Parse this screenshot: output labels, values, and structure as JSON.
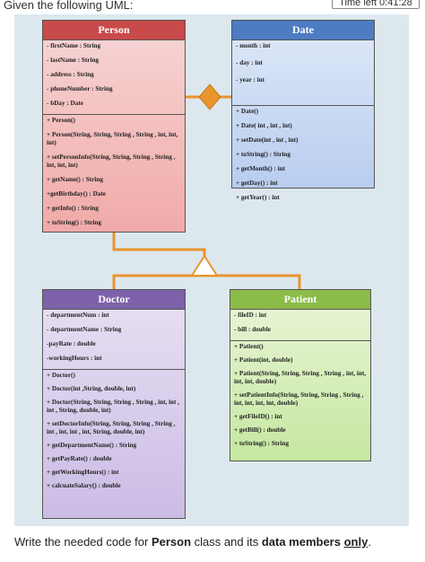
{
  "header": {
    "prompt": "Given the following UML:",
    "timer": "Time left 0:41:28"
  },
  "classes": {
    "person": {
      "name": "Person",
      "attributes": [
        "- firstName : String",
        "- lastName : String",
        "- address : String",
        "- phoneNumber : String",
        "- bDay : Date"
      ],
      "methods": [
        "+ Person()",
        "+ Person(String, String, String , String , int, int, int)",
        "+ setPersonInfo(String, String, String , String , int, int, int)",
        "+ getName() : String",
        "+getBirthday() : Date",
        "+ getInfo() : String",
        "+ toString() : String"
      ]
    },
    "date": {
      "name": "Date",
      "attributes": [
        "- month : int",
        "- day : int",
        "- year : int"
      ],
      "methods": [
        "+ Date()",
        "+ Date( int , int , int)",
        "+ setDate(int , int , int)",
        "+ toString() : String",
        "+ getMonth() : int",
        "+ getDay() : int",
        "+ getYear() : int"
      ]
    },
    "doctor": {
      "name": "Doctor",
      "attributes": [
        "- departmentNum : int",
        "- departmentName : String",
        "-payRate : double",
        "-workingHours : int"
      ],
      "methods": [
        "+ Doctor()",
        "+ Doctor(int ,String, double, int)",
        "+ Doctor(String, String, String , String , int, int , int , String, double, int)",
        "+ setDoctorInfo(String, String, String , String , int , int, int , int, String, double, int)",
        "+ getDepartmentName() : String",
        "+ getPayRate() : double",
        "+ getWorkingHours() : int",
        "+ calcuateSalary() : double"
      ]
    },
    "patient": {
      "name": "Patient",
      "attributes": [
        "- fileID : int",
        "- bill : double"
      ],
      "methods": [
        "+ Patient()",
        "+ Patient(int, double)",
        "+ Patient(String, String, String , String , int, int, int, int, double)",
        "+ setPatientInfo(String, String, String , String , int, int, int, int, double)",
        "+ getFileID() : int",
        "+ getBill() : double",
        "+ toString() : String"
      ]
    }
  },
  "footer": {
    "before": "Write the needed code for ",
    "cls": "Person",
    "middle": " class and its ",
    "members": "data members",
    "space": " ",
    "only": "only",
    "end": "."
  },
  "colors": {
    "composition": "#e8952e",
    "inheritance": "#e8952e"
  }
}
